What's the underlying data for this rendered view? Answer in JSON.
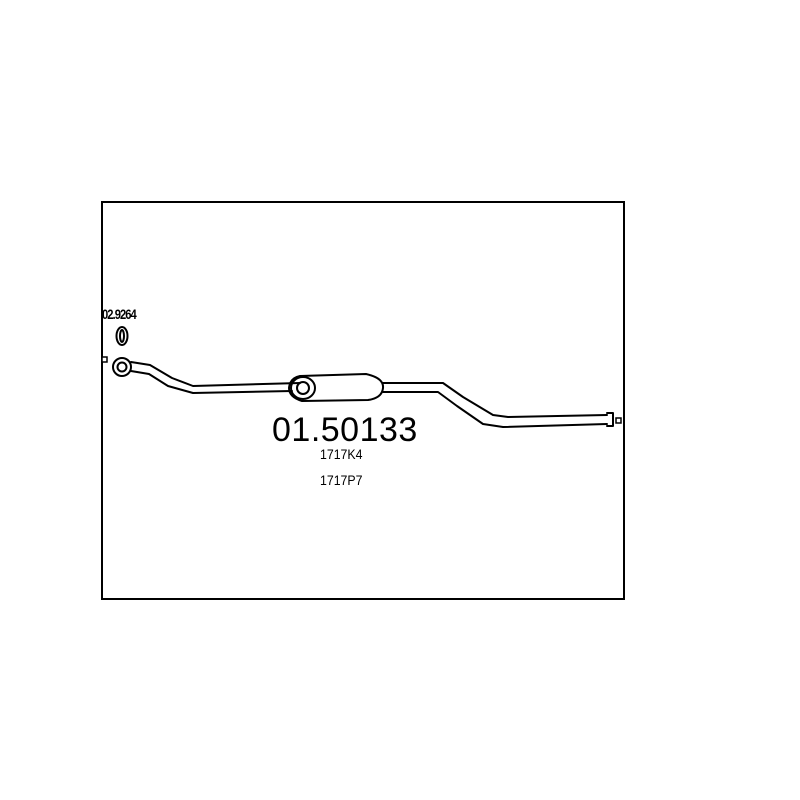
{
  "gasket_code": "02.9264",
  "part_number": "01.50133",
  "references": [
    "1717K4",
    "1717P7"
  ],
  "colors": {
    "line": "#000000",
    "background": "#ffffff"
  }
}
